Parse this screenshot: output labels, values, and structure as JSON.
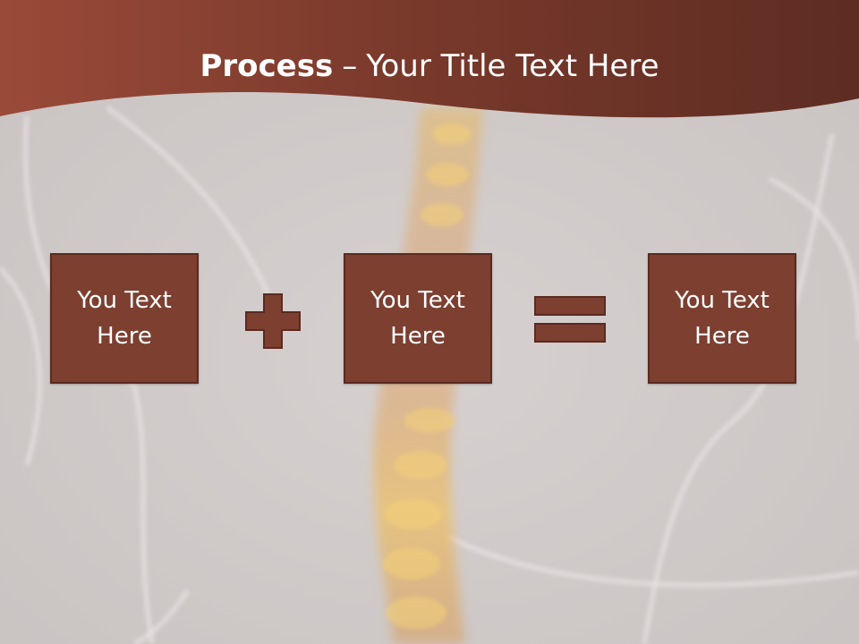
{
  "title": {
    "bold": "Process",
    "separator": "–",
    "rest": "Your Title Text Here"
  },
  "boxes": [
    {
      "text": "You Text Here"
    },
    {
      "text": "You Text Here"
    },
    {
      "text": "You Text Here"
    }
  ],
  "operators": [
    "plus-icon",
    "equals-icon"
  ],
  "colors": {
    "header": "#7a3a2c",
    "box_fill": "#7c3f30",
    "box_border": "#5a2a20",
    "background": "#d2cdcc",
    "spine_glow": "#f0c060"
  }
}
